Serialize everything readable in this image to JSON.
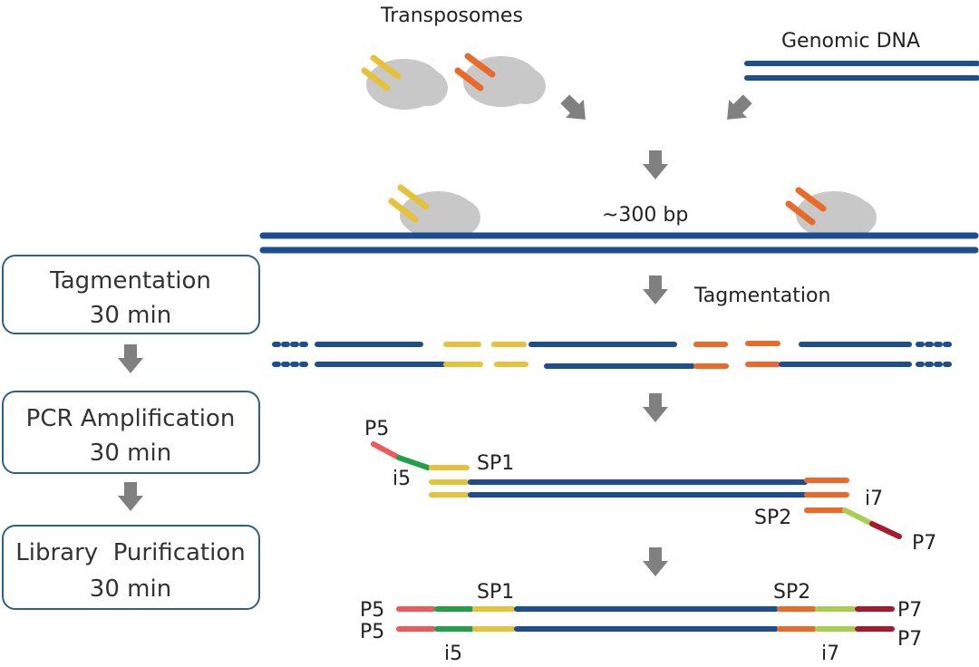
{
  "labels": {
    "transposomes": "Transposomes",
    "genomic_dna": "Genomic DNA",
    "fragment_size": "~300 bp",
    "tagmentation": "Tagmentation",
    "p5": "P5",
    "p7": "P7",
    "i5": "i5",
    "i7": "i7",
    "sp1": "SP1",
    "sp2": "SP2"
  },
  "steps": [
    {
      "name": "Tagmentation",
      "time": "30 min"
    },
    {
      "name": "PCR Amplification",
      "time": "30 min"
    },
    {
      "name": "Library  Purification",
      "time": "30 min"
    }
  ],
  "colors": {
    "dna": "#1d4e8f",
    "transposase": "#c8c8c8",
    "adapter_a": "#e6c23a",
    "adapter_b": "#ea6a2a",
    "p5": "#ee5a5a",
    "i5": "#22a047",
    "i7": "#a6cf4f",
    "p7": "#a8182e",
    "arrow": "#808080",
    "box_border": "#2e6088"
  }
}
